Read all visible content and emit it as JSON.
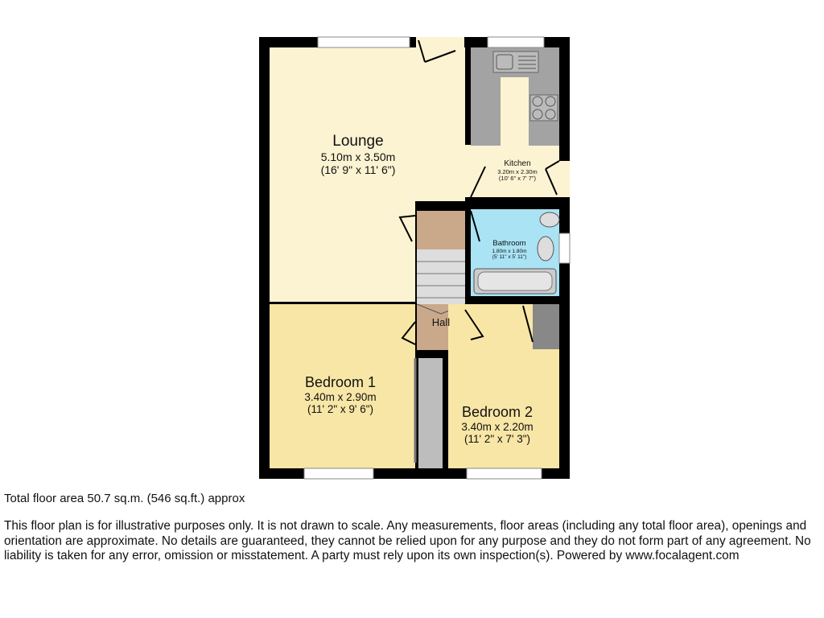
{
  "rooms": {
    "lounge": {
      "name": "Lounge",
      "metric": "5.10m x 3.50m",
      "imperial": "(16' 9\" x 11' 6\")"
    },
    "kitchen": {
      "name": "Kitchen",
      "metric": "3.20m x 2.30m",
      "imperial": "(10' 6\" x 7' 7\")"
    },
    "bathroom": {
      "name": "Bathroom",
      "metric": "1.80m x 1.80m",
      "imperial": "(5' 11\" x 5' 11\")"
    },
    "hall": {
      "name": "Hall"
    },
    "bedroom1": {
      "name": "Bedroom 1",
      "metric": "3.40m x 2.90m",
      "imperial": "(11' 2\" x 9' 6\")"
    },
    "bedroom2": {
      "name": "Bedroom 2",
      "metric": "3.40m x 2.20m",
      "imperial": "(11' 2\" x 7' 3\")"
    }
  },
  "footer": {
    "total_area": "Total floor area 50.7 sq.m. (546 sq.ft.) approx",
    "disclaimer": "This floor plan is for illustrative purposes only. It is not drawn to scale. Any measurements, floor areas (including any total floor area), openings and orientation are approximate. No details are guaranteed, they cannot be relied upon for any purpose and they do not form part of any agreement. No liability is taken for any error, omission or misstatement. A party must rely upon its own inspection(s). Powered by www.focalagent.com"
  },
  "colors": {
    "lounge": "#fcf3d2",
    "bedroom": "#f8e6a6",
    "bathroom": "#a9e3f4",
    "hall": "#c9a98a",
    "counter": "#a3a3a3",
    "wall": "#000000"
  }
}
